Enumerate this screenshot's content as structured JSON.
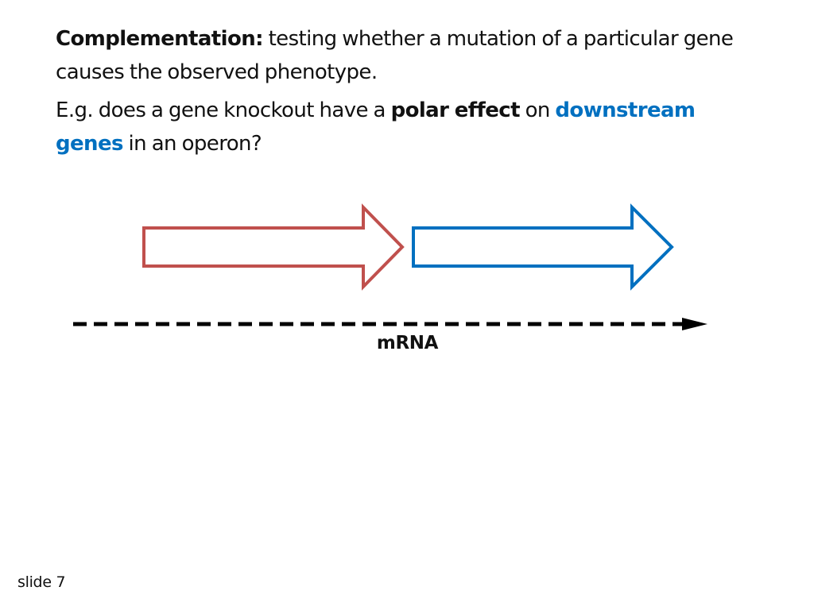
{
  "slide": {
    "paragraph1": {
      "term": "Complementation:",
      "rest": " testing whether a mutation of a particular gene causes the observed phenotype."
    },
    "paragraph2": {
      "prefix": "E.g. does a gene knockout have a ",
      "polar_effect": "polar effect",
      "middle": " on ",
      "downstream_genes": "downstream genes",
      "suffix": " in an operon?"
    },
    "diagram": {
      "mrna_label": "mRNA"
    },
    "footer": {
      "slide_label": "slide 7"
    }
  },
  "colors": {
    "gene1_arrow": "#c0504d",
    "gene2_arrow": "#0070c0",
    "highlight_text": "#0070c0",
    "mrna_line": "#000000"
  }
}
